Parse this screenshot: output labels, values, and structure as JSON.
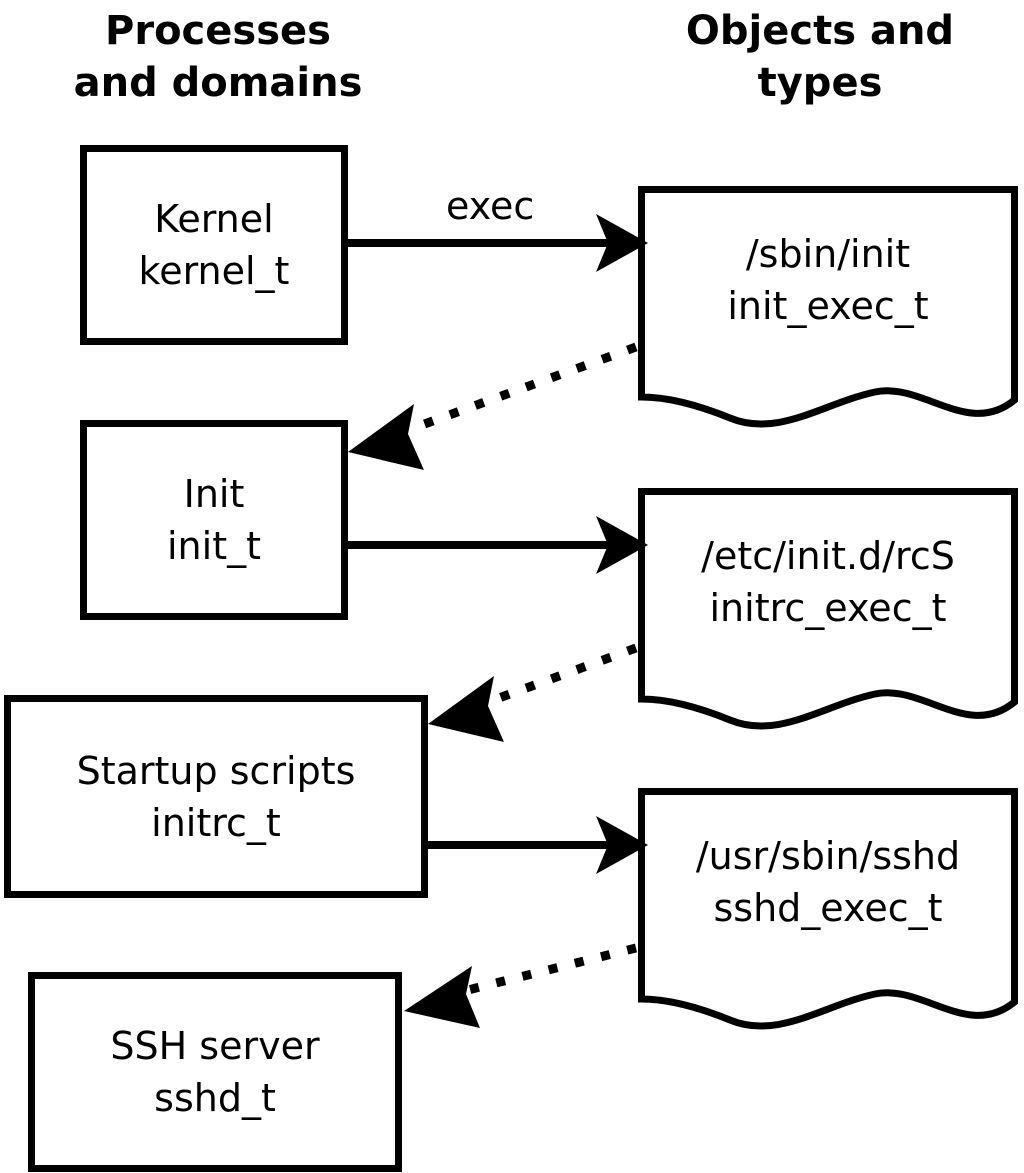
{
  "diagram": {
    "title_left": "Processes\nand domains",
    "title_right": "Objects and\ntypes",
    "stroke_color": "#000000",
    "background_color": "#ffffff"
  },
  "processes": [
    {
      "name": "Kernel",
      "type": "kernel_t"
    },
    {
      "name": "Init",
      "type": "init_t"
    },
    {
      "name": "Startup scripts",
      "type": "initrc_t"
    },
    {
      "name": "SSH server",
      "type": "sshd_t"
    }
  ],
  "objects": [
    {
      "path": "/sbin/init",
      "type": "init_exec_t"
    },
    {
      "path": "/etc/init.d/rcS",
      "type": "initrc_exec_t"
    },
    {
      "path": "/usr/sbin/sshd",
      "type": "sshd_exec_t"
    }
  ],
  "edges": [
    {
      "id": "kernel-exec-init",
      "from": "Kernel",
      "to": "/sbin/init",
      "label": "exec",
      "style": "solid"
    },
    {
      "id": "initexec-transition",
      "from": "/sbin/init",
      "to": "Init",
      "label": "",
      "style": "dotted"
    },
    {
      "id": "init-exec-rcs",
      "from": "Init",
      "to": "/etc/init.d/rcS",
      "label": "",
      "style": "solid"
    },
    {
      "id": "initrcexec-transition",
      "from": "/etc/init.d/rcS",
      "to": "Startup scripts",
      "label": "",
      "style": "dotted"
    },
    {
      "id": "initrc-exec-sshd",
      "from": "Startup scripts",
      "to": "/usr/sbin/sshd",
      "label": "",
      "style": "solid"
    },
    {
      "id": "sshdexec-transition",
      "from": "/usr/sbin/sshd",
      "to": "SSH server",
      "label": "",
      "style": "dotted"
    }
  ]
}
